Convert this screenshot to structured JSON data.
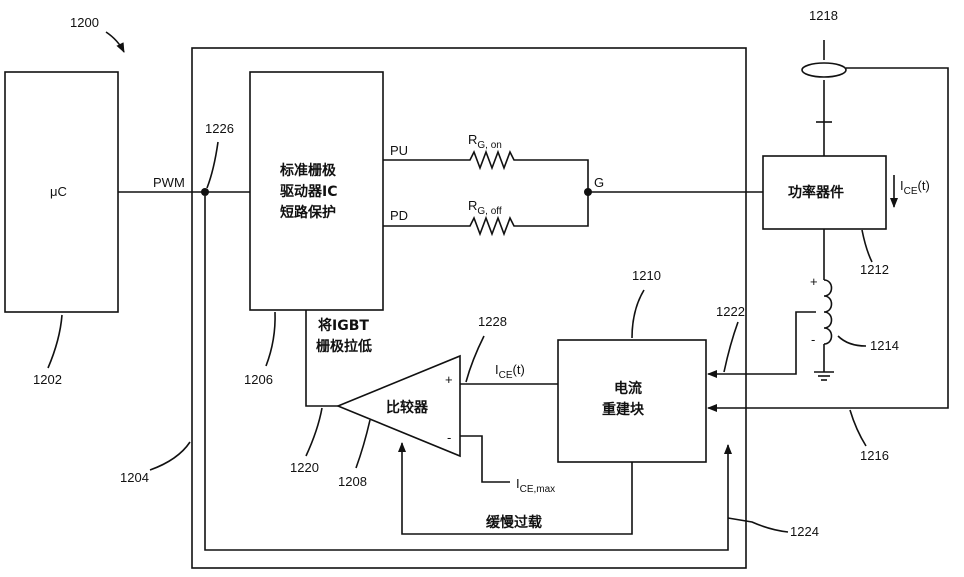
{
  "figure_number": "1200",
  "refs": {
    "mc": "1202",
    "board": "1204",
    "driver": "1206",
    "comparator": "1208",
    "reconstruct": "1210",
    "power_device": "1212",
    "inductor": "1214",
    "line_1216": "1216",
    "sensor": "1218",
    "node_1220": "1220",
    "line_1222": "1222",
    "line_1224": "1224",
    "node_1226": "1226",
    "line_1228": "1228"
  },
  "labels": {
    "mc": "μC",
    "pwm": "PWM",
    "driver_line1": "标准栅极",
    "driver_line2": "驱动器IC",
    "driver_line3": "短路保护",
    "pu": "PU",
    "pd": "PD",
    "rg": "R",
    "rg_on_sub": "G, on",
    "rg_off_sub": "G, off",
    "gate": "G",
    "power_device": "功率器件",
    "ice": "I",
    "ice_sub": "CE",
    "ice_t": "(t)",
    "pull_low_1": "将IGBT",
    "pull_low_2": "栅极拉低",
    "comparator": "比较器",
    "plus": "+",
    "minus": "-",
    "reconstruct_1": "电流",
    "reconstruct_2": "重建块",
    "ice_max_sub": "CE,max",
    "slow_overload": "缓慢过载",
    "ind_plus": "+",
    "ind_minus": "-"
  }
}
